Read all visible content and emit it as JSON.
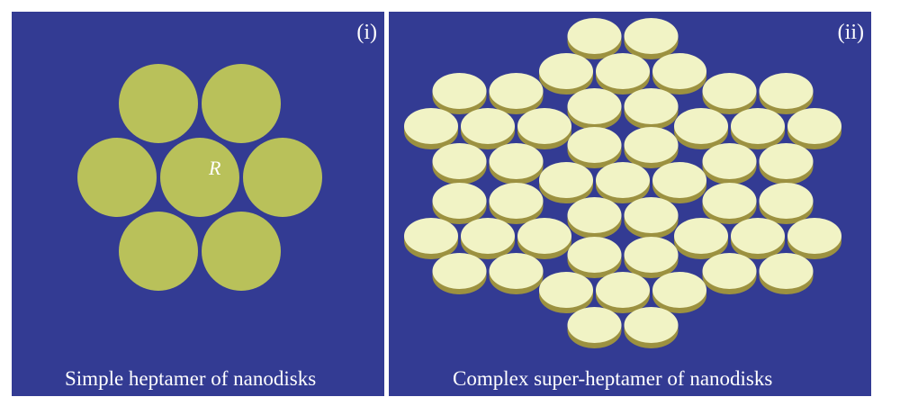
{
  "panels": [
    {
      "tag": "(i)",
      "caption": "Simple heptamer of nanodisks",
      "radius_label": "R"
    },
    {
      "tag": "(ii)",
      "caption": "Complex super-heptamer of nanodisks"
    }
  ],
  "colors": {
    "background": "#333b93",
    "simple_disk": "#b9c15a",
    "disk_top": "#f1f3c5",
    "disk_side": "#9c9140"
  }
}
